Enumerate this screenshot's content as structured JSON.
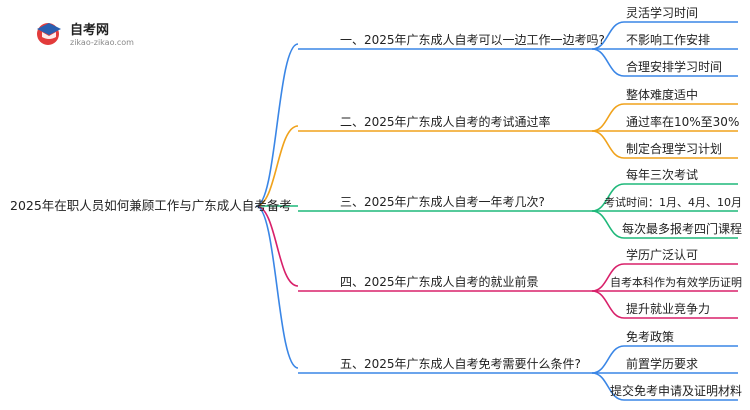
{
  "logo": {
    "title": "自考网",
    "subtitle": "zikao-zikao.com"
  },
  "mindmap": {
    "root": "2025年在职人员如何兼顾工作与广东成人自考备考",
    "branches": [
      {
        "label": "一、2025年广东成人自考可以一边工作一边考吗?",
        "color": "#3a86e6",
        "children": [
          "灵活学习时间",
          "不影响工作安排",
          "合理安排学习时间"
        ]
      },
      {
        "label": "二、2025年广东成人自考的考试通过率",
        "color": "#f0a21b",
        "children": [
          "整体难度适中",
          "通过率在10%至30%",
          "制定合理学习计划"
        ]
      },
      {
        "label": "三、2025年广东成人自考一年考几次?",
        "color": "#1fb87a",
        "children": [
          "每年三次考试",
          "考试时间：1月、4月、10月",
          "每次最多报考四门课程"
        ]
      },
      {
        "label": "四、2025年广东成人自考的就业前景",
        "color": "#d8206a",
        "children": [
          "学历广泛认可",
          "自考本科作为有效学历证明",
          "提升就业竞争力"
        ]
      },
      {
        "label": "五、2025年广东成人自考免考需要什么条件?",
        "color": "#3a86e6",
        "children": [
          "免考政策",
          "前置学历要求",
          "提交免考申请及证明材料"
        ]
      }
    ]
  }
}
